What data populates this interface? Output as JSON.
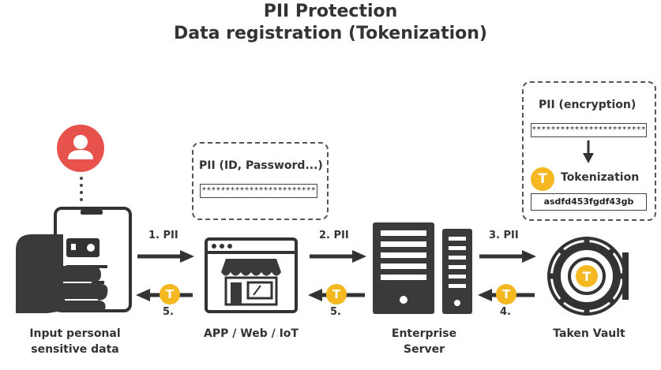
{
  "title": {
    "line1": "PII Protection",
    "line2": "Data registration (Tokenization)"
  },
  "app_box": {
    "label": "PII (ID, Password...)",
    "value": "************************"
  },
  "vault_box": {
    "label": "PII (encryption)",
    "value": "************************",
    "tokenization_label": "Tokenization",
    "token_value": "asdfd453fgdf43gb",
    "token_badge": "T"
  },
  "arrows": {
    "forward_1": "1. PII",
    "forward_2": "2. PII",
    "forward_3": "3. PII",
    "back_1": "5.",
    "back_2": "5.",
    "back_3": "4.",
    "badge": "T"
  },
  "nodes": {
    "user": "Input personal\nsensitive data",
    "user_line1": "Input personal",
    "user_line2": "sensitive data",
    "app": "APP / Web / IoT",
    "server_line1": "Enterprise",
    "server_line2": "Server",
    "vault": "Taken Vault"
  },
  "colors": {
    "avatar": "#e8524c",
    "token": "#f5b820",
    "ink": "#3a3a3a"
  },
  "icons": [
    "user-avatar-icon",
    "phone-hand-icon",
    "store-window-icon",
    "server-icon",
    "vault-icon",
    "token-icon",
    "arrow-right-icon",
    "arrow-left-icon"
  ]
}
